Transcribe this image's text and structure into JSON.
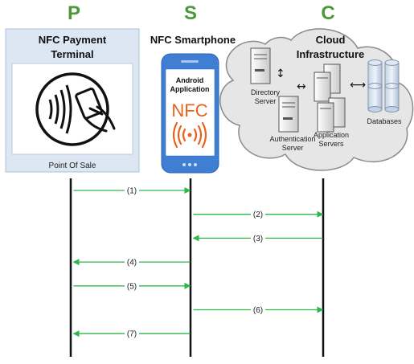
{
  "parties": {
    "p": {
      "letter": "P",
      "name_line1": "NFC Payment",
      "name_line2": "Terminal",
      "caption": "Point Of Sale"
    },
    "s": {
      "letter": "S",
      "name": "NFC Smartphone",
      "app_line1": "Android",
      "app_line2": "Application",
      "nfc_text": "NFC"
    },
    "c": {
      "letter": "C",
      "name_line1": "Cloud",
      "name_line2": "Infrastructure"
    }
  },
  "cloud_labels": {
    "directory_line1": "Directory",
    "directory_line2": "Server",
    "auth_line1": "Authentication",
    "auth_line2": "Server",
    "app_line1": "Application",
    "app_line2": "Servers",
    "databases": "Databases"
  },
  "messages": [
    {
      "label": "(1)",
      "from": "P",
      "to": "S"
    },
    {
      "label": "(2)",
      "from": "S",
      "to": "C"
    },
    {
      "label": "(3)",
      "from": "C",
      "to": "S"
    },
    {
      "label": "(4)",
      "from": "S",
      "to": "P"
    },
    {
      "label": "(5)",
      "from": "P",
      "to": "S"
    },
    {
      "label": "(6)",
      "from": "S",
      "to": "C"
    },
    {
      "label": "(7)",
      "from": "S",
      "to": "P"
    }
  ],
  "colors": {
    "letter_green": "#4a9a3a",
    "arrow_green": "#2db84c",
    "nfc_orange": "#e8641e",
    "terminal_fill": "#dce7f3",
    "phone_blue": "#3f7ed3",
    "cloud_fill": "#e6e6e6"
  }
}
